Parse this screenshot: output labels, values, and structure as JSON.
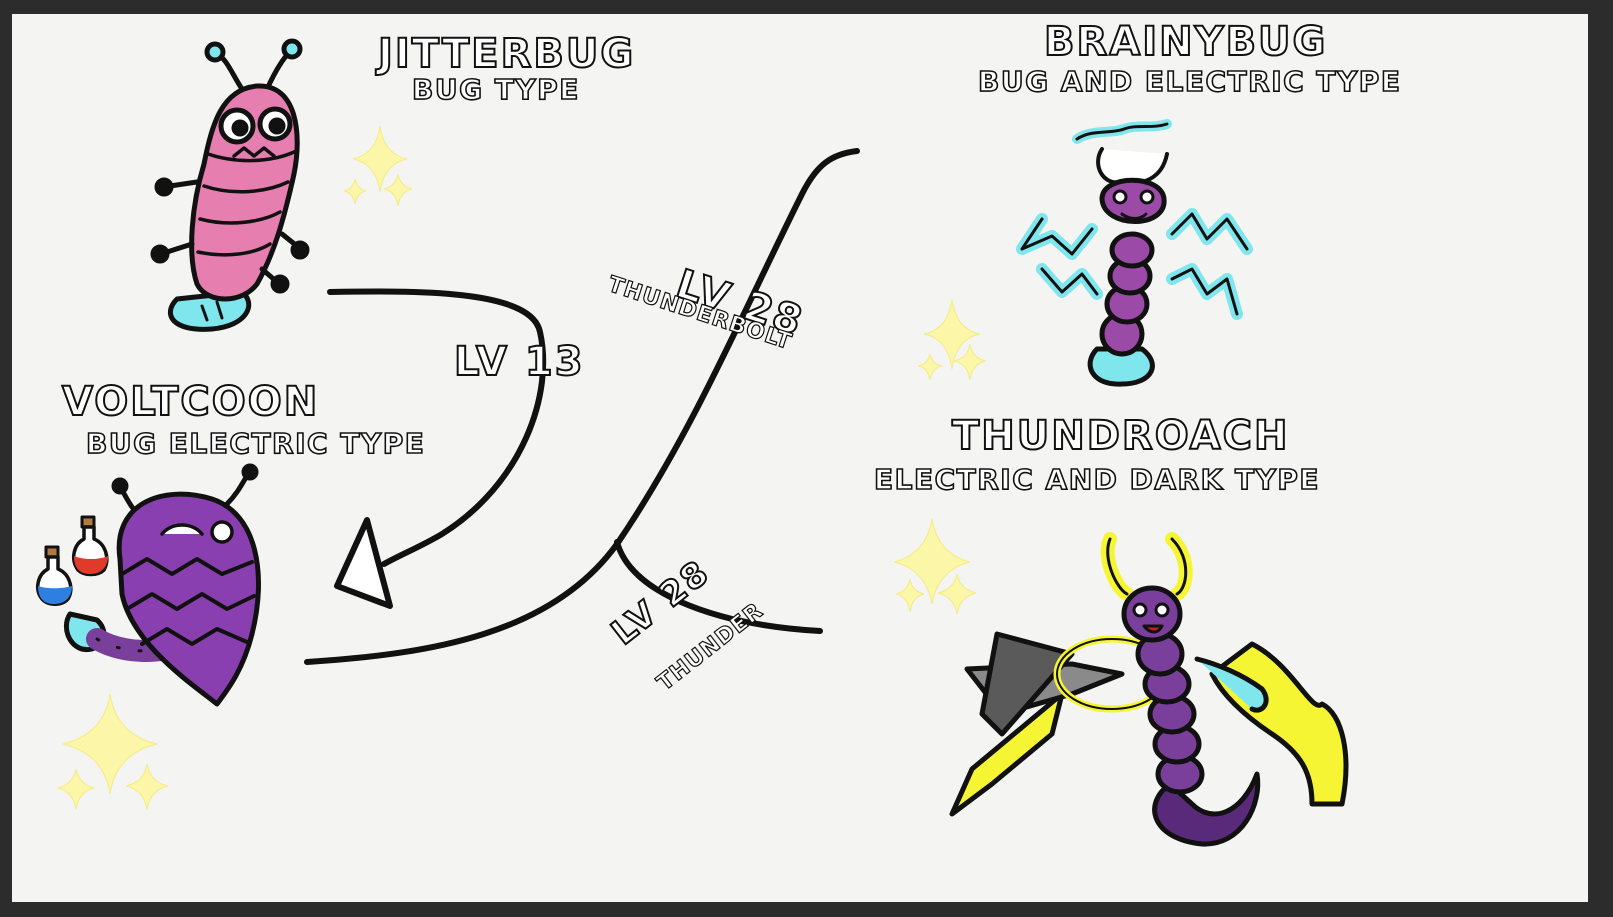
{
  "creatures": {
    "jitterbug": {
      "name": "JITTERBUG",
      "type": "BUG TYPE"
    },
    "voltcoon": {
      "name": "VOLTCOON",
      "type": "BUG ELECTRIC TYPE"
    },
    "brainybug": {
      "name": "BRAINYBUG",
      "type": "BUG AND ELECTRIC TYPE"
    },
    "thundroach": {
      "name": "THUNDROACH",
      "type": "ELECTRIC AND DARK TYPE"
    }
  },
  "evolutions": {
    "to_voltcoon": {
      "level": "LV 13"
    },
    "to_brainybug": {
      "level": "LV 28",
      "move": "THUNDERBOLT"
    },
    "to_thundroach": {
      "level": "LV 28",
      "move": "THUNDER"
    }
  },
  "colors": {
    "outline": "#111111",
    "jitterbug_body": "#e67fb0",
    "voltcoon_body": "#8a3fb0",
    "brainybug_body": "#9b4aa8",
    "electric_cyan": "#7fe6ee",
    "thundroach_yellow": "#f5f533",
    "sparkle": "#fbf6a8"
  },
  "icons": [
    "sparkle-icon",
    "potion-icon"
  ]
}
